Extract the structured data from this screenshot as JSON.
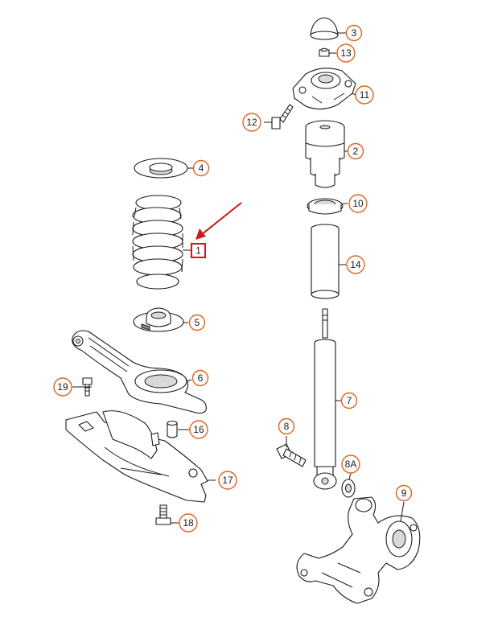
{
  "callouts": {
    "p1": "1",
    "p2": "2",
    "p3": "3",
    "p4": "4",
    "p5": "5",
    "p6": "6",
    "p7": "7",
    "p8": "8",
    "p8a": "8A",
    "p9": "9",
    "p10": "10",
    "p11": "11",
    "p12": "12",
    "p13": "13",
    "p14": "14",
    "p16": "16",
    "p17": "17",
    "p18": "18",
    "p19": "19"
  },
  "highlight": {
    "part": "1",
    "color": "#d01818"
  },
  "callout_color": "#e0631d"
}
